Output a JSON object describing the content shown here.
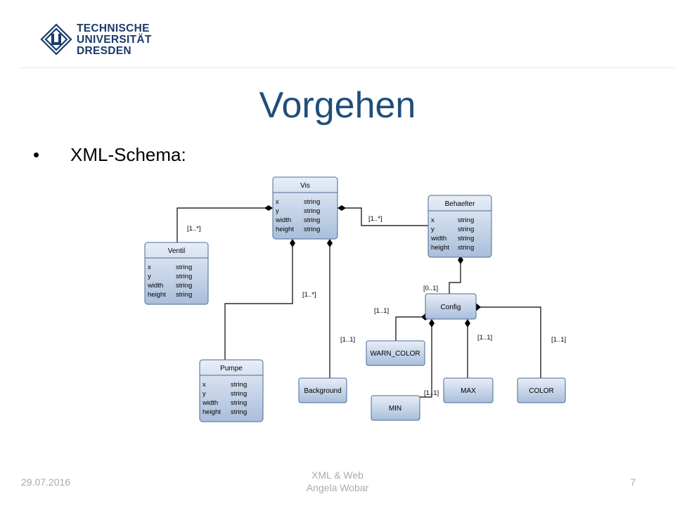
{
  "header": {
    "logo_lines": [
      "TECHNISCHE",
      "UNIVERSITÄT",
      "DRESDEN"
    ]
  },
  "title": "Vorgehen",
  "bullet": "XML-Schema:",
  "diagram": {
    "classes": [
      {
        "name": "Vis",
        "attributes": [
          [
            "x",
            "string"
          ],
          [
            "y",
            "string"
          ],
          [
            "width",
            "string"
          ],
          [
            "height",
            "string"
          ]
        ]
      },
      {
        "name": "Behaelter",
        "attributes": [
          [
            "x",
            "string"
          ],
          [
            "y",
            "string"
          ],
          [
            "width",
            "string"
          ],
          [
            "height",
            "string"
          ]
        ]
      },
      {
        "name": "Ventil",
        "attributes": [
          [
            "x",
            "string"
          ],
          [
            "y",
            "string"
          ],
          [
            "width",
            "string"
          ],
          [
            "height",
            "string"
          ]
        ]
      },
      {
        "name": "Pumpe",
        "attributes": [
          [
            "x",
            "string"
          ],
          [
            "y",
            "string"
          ],
          [
            "width",
            "string"
          ],
          [
            "height",
            "string"
          ]
        ]
      },
      {
        "name": "Config",
        "attributes": []
      },
      {
        "name": "Background",
        "attributes": []
      },
      {
        "name": "WARN_COLOR",
        "attributes": []
      },
      {
        "name": "MIN",
        "attributes": []
      },
      {
        "name": "MAX",
        "attributes": []
      },
      {
        "name": "COLOR",
        "attributes": []
      }
    ],
    "multiplicities": {
      "ventil": "[1..*]",
      "behaelter": "[1..*]",
      "pumpe": "[1..*]",
      "background": "[1..1]",
      "config": "[0..1]",
      "warn_color": "[1..1]",
      "min": "[1..1]",
      "max": "[1..1]",
      "color": "[1..1]"
    }
  },
  "footer": {
    "date": "29.07.2016",
    "center_line1": "XML & Web",
    "center_line2": "Angela Wobar",
    "page": "7"
  }
}
